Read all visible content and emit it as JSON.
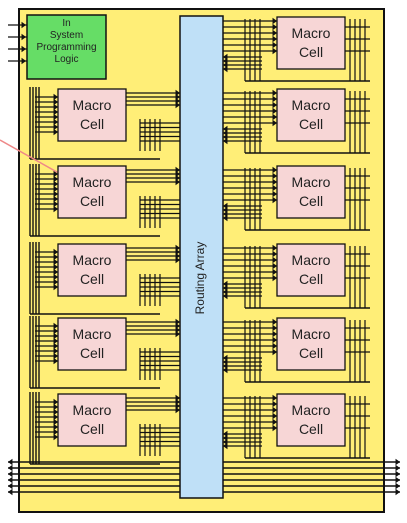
{
  "isp_block": {
    "lines": [
      "In",
      "System",
      "Programming",
      "Logic"
    ]
  },
  "routing_array": {
    "label": "Routing Array"
  },
  "macro_cell": {
    "line1": "Macro",
    "line2": "Cell"
  },
  "left_cells": [
    {
      "line1": "Macro",
      "line2": "Cell"
    },
    {
      "line1": "Macro",
      "line2": "Cell"
    },
    {
      "line1": "Macro",
      "line2": "Cell"
    },
    {
      "line1": "Macro",
      "line2": "Cell"
    },
    {
      "line1": "Macro",
      "line2": "Cell"
    }
  ],
  "right_cells": [
    {
      "line1": "Macro",
      "line2": "Cell"
    },
    {
      "line1": "Macro",
      "line2": "Cell"
    },
    {
      "line1": "Macro",
      "line2": "Cell"
    },
    {
      "line1": "Macro",
      "line2": "Cell"
    },
    {
      "line1": "Macro",
      "line2": "Cell"
    },
    {
      "line1": "Macro",
      "line2": "Cell"
    }
  ],
  "colors": {
    "chip_fill": "#ffee77",
    "isp_fill": "#66dd66",
    "macro_fill": "#f7d6d6",
    "routing_fill": "#bfe0f7",
    "pointer": "#ee8888",
    "wire": "#111111"
  }
}
